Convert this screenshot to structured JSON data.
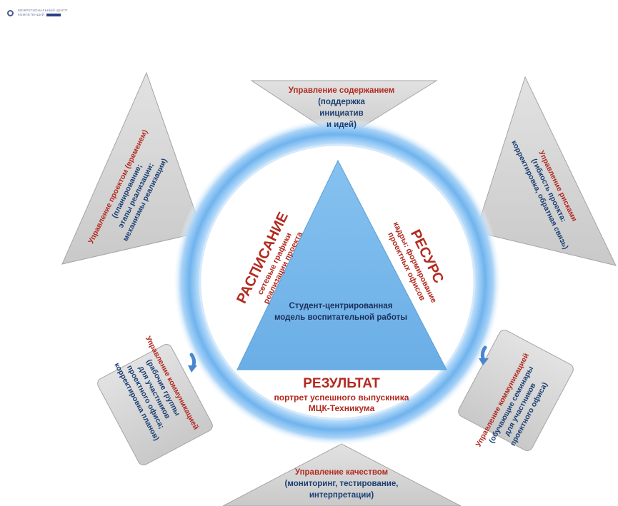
{
  "logo": {
    "line1": "МЕЖРЕГИОНАЛЬНЫЙ ЦЕНТР",
    "line2": "КОМПЕТЕНЦИЙ"
  },
  "colors": {
    "heading": "#b32a20",
    "body_text": "#1b3f73",
    "triangle": "#74b7ec",
    "glow": "#8fc4f0",
    "panel": "#d4d4d4"
  },
  "center": {
    "line1": "Студент-центрированная",
    "line2": "модель воспитательной работы"
  },
  "schedule": {
    "title": "РАСПИСАНИЕ",
    "line1": "сетевые графики",
    "line2": "реализации проекта"
  },
  "resource": {
    "title": "РЕСУРС",
    "line1": "кадры: формирование",
    "line2": "проектных офисов"
  },
  "result": {
    "title": "РЕЗУЛЬТАТ",
    "line1": "портрет успешного выпускника",
    "line2": "МЦК-Техникума"
  },
  "panels": {
    "content": {
      "title": "Управление содержанием",
      "lines": [
        "(поддержка",
        "инициатив",
        "и идей)"
      ]
    },
    "time": {
      "title": "Управление проектом (временем)",
      "lines": [
        "(планирование;",
        "этапы реализации;",
        "механизмы реализации)"
      ]
    },
    "risks": {
      "title": "Управление рисками",
      "lines": [
        "(гибкость проекта:",
        "корректировка, обратная связь)"
      ]
    },
    "comm_left": {
      "title": "Управление коммуникацией",
      "lines": [
        "(рабочие группы",
        "для участников",
        "проектного офиса;",
        "корректировка планов)"
      ]
    },
    "comm_right": {
      "title": "Управление коммуникацией",
      "lines": [
        "(обучающие семинары",
        "для участников",
        "проектного офиса)"
      ]
    },
    "quality": {
      "title": "Управление качеством",
      "lines": [
        "(мониторинг, тестирование,",
        "интерпретации)"
      ]
    }
  }
}
